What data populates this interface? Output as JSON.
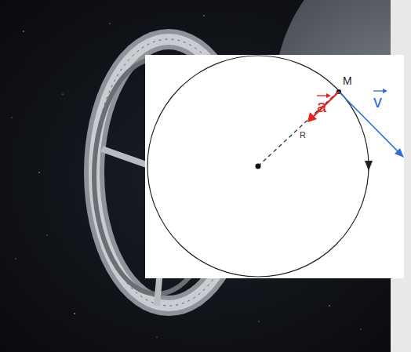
{
  "diagram": {
    "labels": [
      "M",
      "a",
      "v",
      "R"
    ]
  }
}
